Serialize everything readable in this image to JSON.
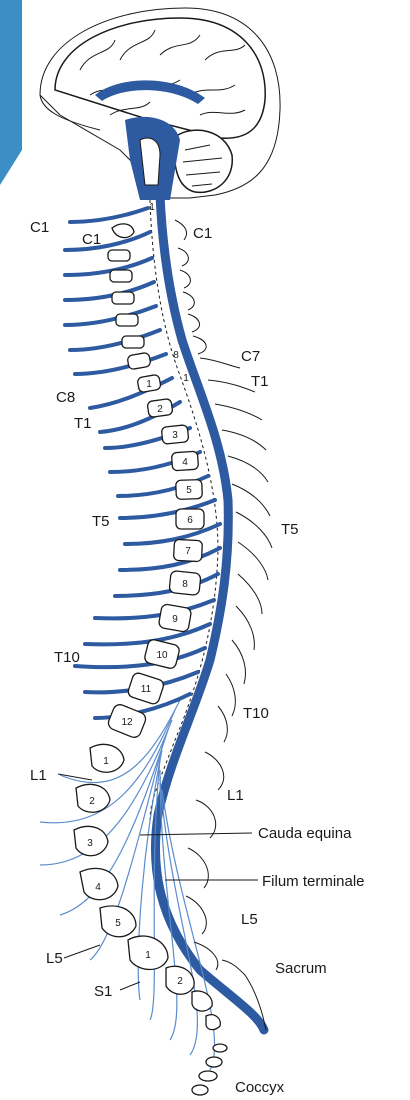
{
  "colors": {
    "nerve_blue": "#2d5aa0",
    "light_blue": "#5b8ccc",
    "tab_blue": "#3b8fc4",
    "outline": "#1a1a1a"
  },
  "labels": {
    "c1_nerve": "C1",
    "c1_vertebra_left": "C1",
    "c1_vertebra_right": "C1",
    "c7": "C7",
    "c8": "C8",
    "t1_left": "T1",
    "t1_right": "T1",
    "t5_left": "T5",
    "t5_right": "T5",
    "t10_left": "T10",
    "t10_right": "T10",
    "l1_left": "L1",
    "l1_right": "L1",
    "cauda_equina": "Cauda equina",
    "filum_terminale": "Filum terminale",
    "l5_left": "L5",
    "l5_right": "L5",
    "sacrum": "Sacrum",
    "s1": "S1",
    "coccyx": "Coccyx"
  },
  "cord_numbers": [
    "1",
    "8",
    "1"
  ],
  "vertebra_numbers": {
    "thoracic": [
      "1",
      "2",
      "3",
      "4",
      "5",
      "6",
      "7",
      "8",
      "9",
      "10",
      "11",
      "12"
    ],
    "lumbar": [
      "1",
      "2",
      "3",
      "4",
      "5"
    ],
    "sacral": [
      "1",
      "2"
    ]
  }
}
